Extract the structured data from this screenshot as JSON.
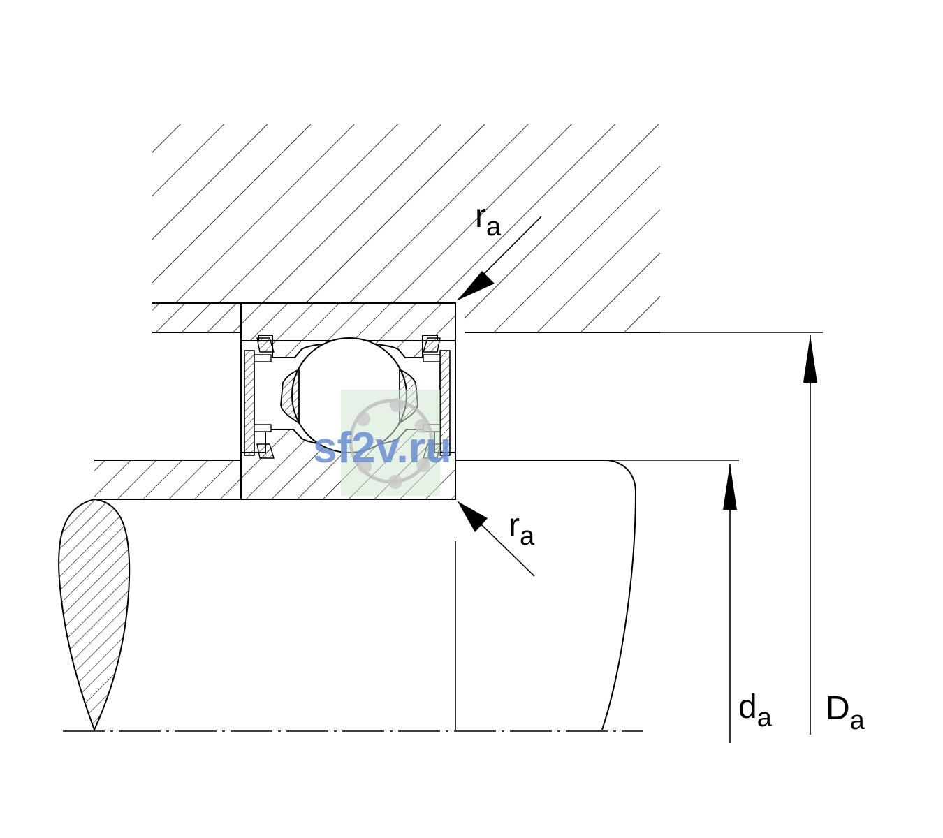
{
  "labels": {
    "ra_top": {
      "main": "r",
      "sub": "a"
    },
    "ra_bottom": {
      "main": "r",
      "sub": "a"
    },
    "da": {
      "main": "d",
      "sub": "a"
    },
    "Da": {
      "main": "D",
      "sub": "a"
    }
  },
  "watermark": {
    "text": "sf2v.ru"
  },
  "colors": {
    "line": "#000000",
    "background": "#ffffff",
    "watermark_text": "#6a8fd3",
    "watermark_bg": "#cfe8cf"
  }
}
